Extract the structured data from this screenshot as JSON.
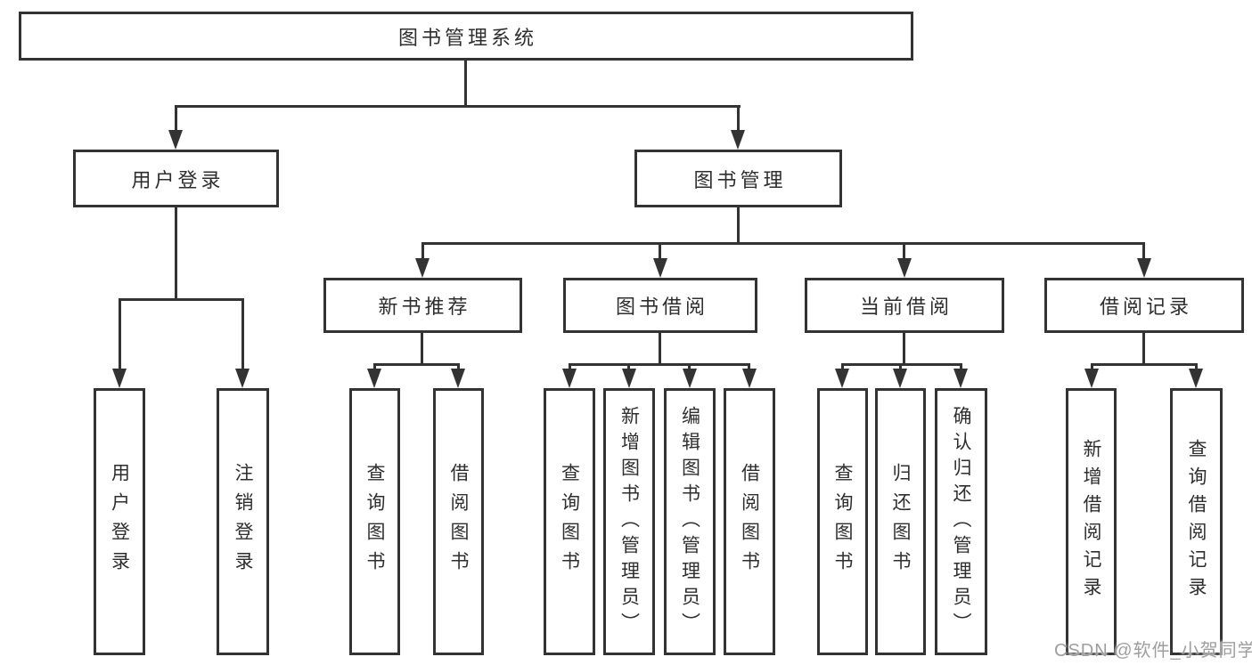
{
  "tree": {
    "root": "图书管理系统",
    "branches": [
      {
        "label": "用户登录",
        "children": [
          "用户登录",
          "注销登录"
        ]
      },
      {
        "label": "图书管理",
        "sections": [
          {
            "label": "新书推荐",
            "children": [
              "查询图书",
              "借阅图书"
            ]
          },
          {
            "label": "图书借阅",
            "children": [
              "查询图书",
              "新增图书（管理员）",
              "编辑图书（管理员）",
              "借阅图书"
            ]
          },
          {
            "label": "当前借阅",
            "children": [
              "查询图书",
              "归还图书",
              "确认归还（管理员）"
            ]
          },
          {
            "label": "借阅记录",
            "children": [
              "新增借阅记录",
              "查询借阅记录"
            ]
          }
        ]
      }
    ]
  },
  "watermark": {
    "text": "CSDN @软件_小贺同学",
    "color": "#9e9e9e"
  },
  "colors": {
    "line": "#333333",
    "text": "#2e2e2e",
    "background": "#ffffff"
  }
}
